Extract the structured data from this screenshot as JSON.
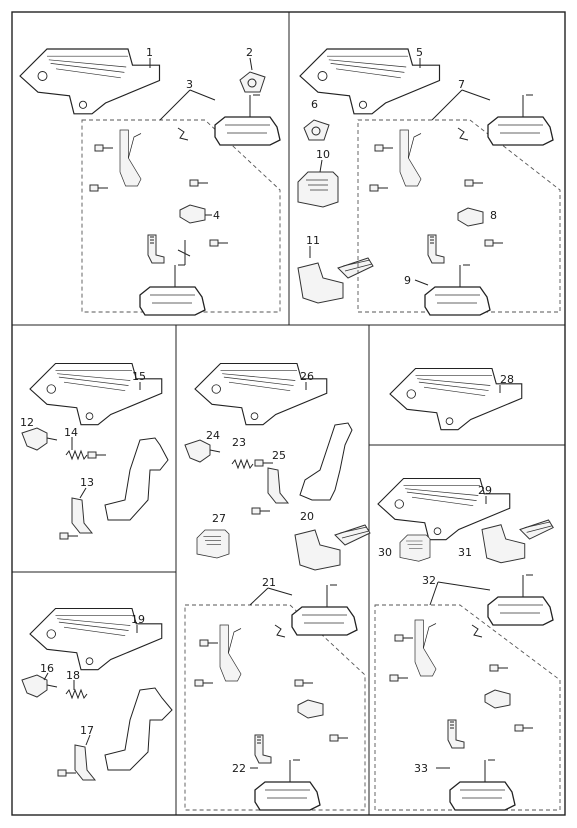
{
  "labels": {
    "p1": "1",
    "p2": "2",
    "p3": "3",
    "p4": "4",
    "p5": "5",
    "p6": "6",
    "p7": "7",
    "p8": "8",
    "p9": "9",
    "p10": "10",
    "p11": "11",
    "p12": "12",
    "p13": "13",
    "p14": "14",
    "p15": "15",
    "p16": "16",
    "p17": "17",
    "p18": "18",
    "p19": "19",
    "p20": "20",
    "p21": "21",
    "p22": "22",
    "p23": "23",
    "p24": "24",
    "p25": "25",
    "p26": "26",
    "p27": "27",
    "p28": "28",
    "p29": "29",
    "p30": "30",
    "p31": "31",
    "p32": "32",
    "p33": "33"
  }
}
